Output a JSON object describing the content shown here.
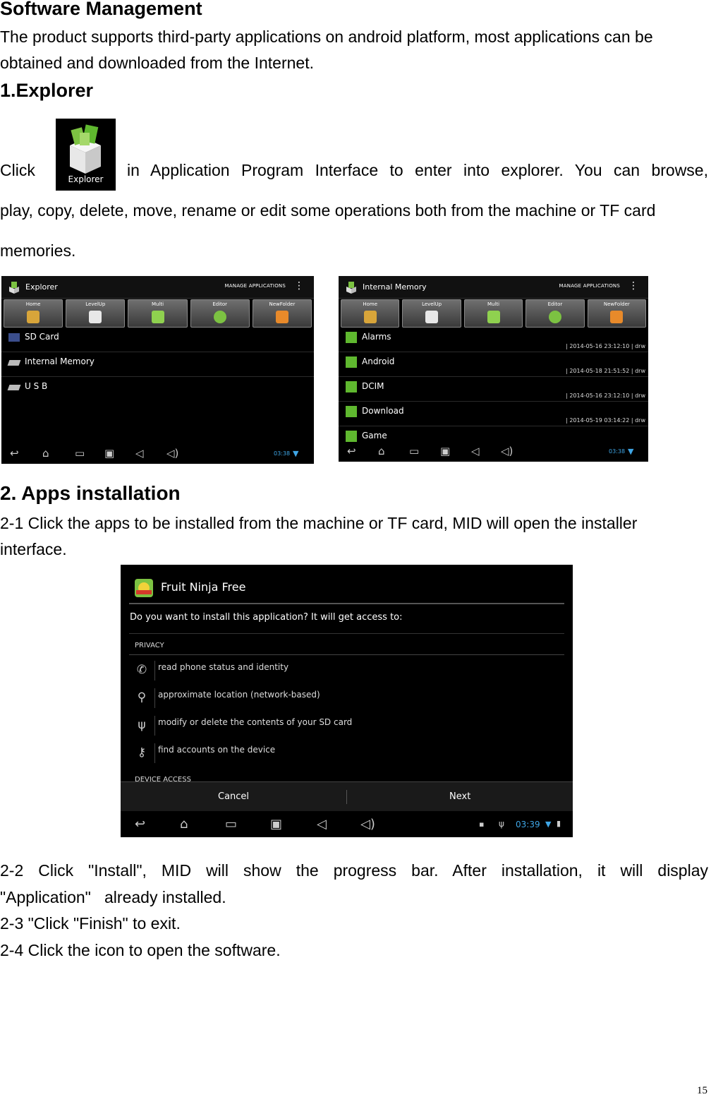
{
  "doc": {
    "title": "Software Management",
    "intro_line1": "The product supports third-party applications on android platform, most applications can be",
    "intro_line2": "obtained and downloaded from the Internet.",
    "s1_heading": "1.Explorer",
    "s1_click": "Click",
    "s1_line1_rest": "in Application Program Interface to enter into explorer. You can browse,",
    "s1_line2": "play, copy, delete, move, rename or edit some operations both from the machine or TF card",
    "s1_line3": "memories.",
    "explorer_icon_label": "Explorer",
    "s2_heading": "2. Apps installation",
    "s2_1_line1": "2-1 Click the apps to be installed from the machine or TF card, MID will open the installer",
    "s2_1_line2": "interface.",
    "s2_2_line1": "2-2 Click \"Install\", MID will show the progress bar. After installation, it will display",
    "s2_2_line2": "\"Application\"   already installed.",
    "s2_3": "2-3 \"Click \"Finish\" to exit.",
    "s2_4": "2-4 Click the icon to open the software.",
    "page_number": "15"
  },
  "toolbar": [
    "Home",
    "LevelUp",
    "Multi",
    "Editor",
    "NewFolder"
  ],
  "screen1": {
    "title": "Explorer",
    "menu": "MANAGE APPLICATIONS",
    "items": [
      "SD Card",
      "Internal Memory",
      "U S B"
    ],
    "clock": "03:38"
  },
  "screen2": {
    "title": "Internal Memory",
    "menu": "MANAGE APPLICATIONS",
    "rows": [
      {
        "name": "Alarms",
        "date": "| 2014-05-16 23:12:10 | drw"
      },
      {
        "name": "Android",
        "date": "| 2014-05-18 21:51:52 | drw"
      },
      {
        "name": "DCIM",
        "date": "| 2014-05-16 23:12:10 | drw"
      },
      {
        "name": "Download",
        "date": "| 2014-05-19 03:14:22 | drw"
      },
      {
        "name": "Game",
        "date": ""
      }
    ],
    "clock": "03:38"
  },
  "installer": {
    "app_name": "Fruit Ninja Free",
    "question": "Do you want to install this application? It will get access to:",
    "section_privacy": "PRIVACY",
    "permissions": [
      "read phone status and identity",
      "approximate location (network-based)",
      "modify or delete the contents of your SD card",
      "find accounts on the device"
    ],
    "section_device": "DEVICE ACCESS",
    "cancel": "Cancel",
    "next": "Next",
    "clock": "03:39"
  },
  "colors": {
    "accent_green": "#7cc242",
    "clock_blue": "#3fa6e6",
    "folder_green": "#5fb82f"
  },
  "icons": [
    "back-icon",
    "home-icon",
    "recent-apps-icon",
    "screenshot-icon",
    "volume-down-icon",
    "volume-up-icon",
    "wifi-icon",
    "usb-icon",
    "phone-icon",
    "location-icon",
    "key-icon",
    "folder-icon",
    "sd-card-icon",
    "drive-icon",
    "menu-dots-icon"
  ]
}
